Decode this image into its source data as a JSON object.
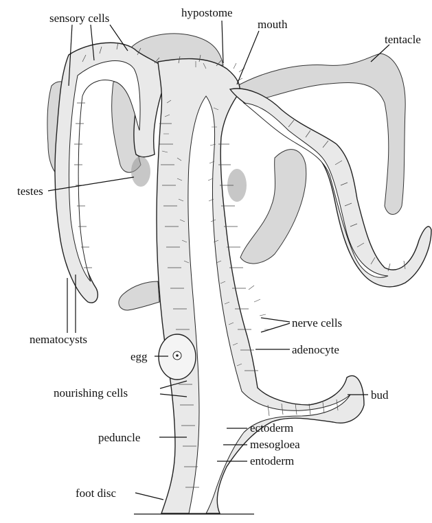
{
  "labels": {
    "sensory_cells": "sensory cells",
    "hypostome": "hypostome",
    "mouth": "mouth",
    "tentacle": "tentacle",
    "testes": "testes",
    "nematocysts": "nematocysts",
    "nerve_cells": "nerve cells",
    "egg": "egg",
    "adenocyte": "adenocyte",
    "nourishing_cells": "nourishing cells",
    "bud": "bud",
    "peduncle": "peduncle",
    "ectoderm": "ectoderm",
    "mesogloea": "mesogloea",
    "entoderm": "entoderm",
    "foot_disc": "foot disc"
  }
}
